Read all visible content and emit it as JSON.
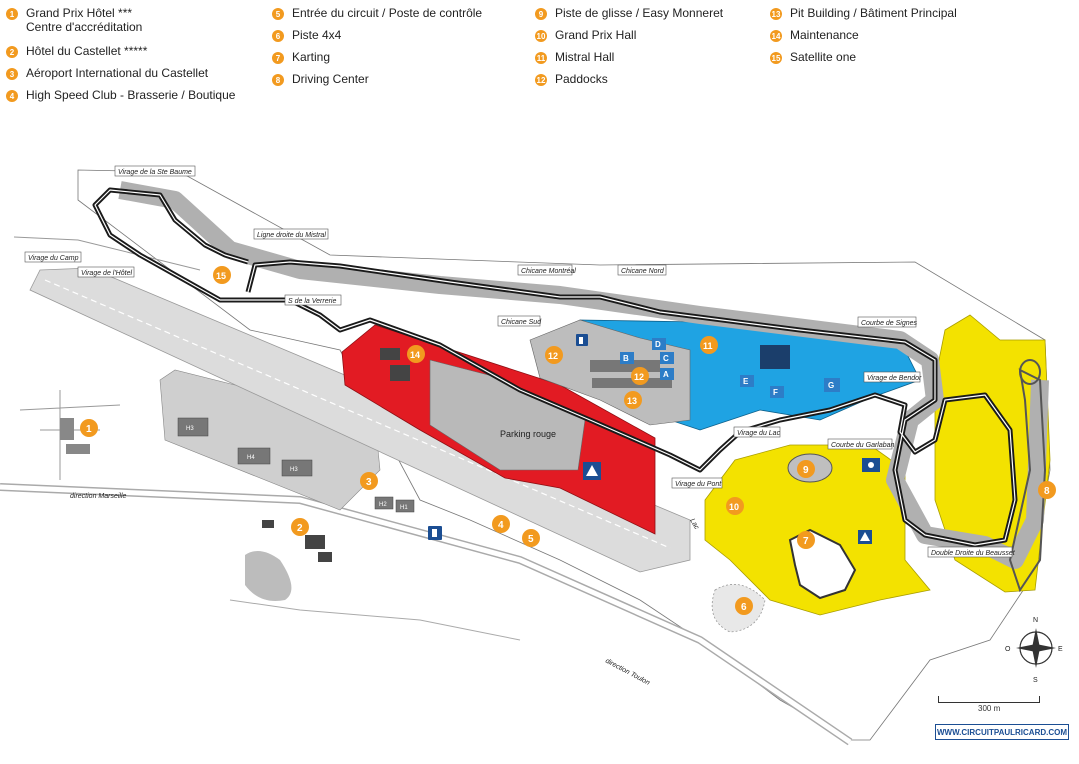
{
  "legend": {
    "col1": [
      {
        "n": "1",
        "label": "Grand Prix Hôtel ***",
        "sub": "Centre d'accréditation"
      },
      {
        "n": "2",
        "label": "Hôtel du Castellet *****",
        "sub": ""
      },
      {
        "n": "3",
        "label": "Aéroport International du Castellet",
        "sub": ""
      },
      {
        "n": "4",
        "label": "High Speed Club - Brasserie / Boutique",
        "sub": ""
      }
    ],
    "col2": [
      {
        "n": "5",
        "label": "Entrée du circuit / Poste de contrôle"
      },
      {
        "n": "6",
        "label": "Piste 4x4"
      },
      {
        "n": "7",
        "label": "Karting"
      },
      {
        "n": "8",
        "label": "Driving Center"
      }
    ],
    "col3": [
      {
        "n": "9",
        "label": "Piste de glisse / Easy Monneret"
      },
      {
        "n": "10",
        "label": "Grand Prix Hall"
      },
      {
        "n": "11",
        "label": "Mistral Hall"
      },
      {
        "n": "12",
        "label": "Paddocks"
      }
    ],
    "col4": [
      {
        "n": "13",
        "label": "Pit Building / Bâtiment Principal"
      },
      {
        "n": "14",
        "label": "Maintenance"
      },
      {
        "n": "15",
        "label": "Satellite one"
      }
    ]
  },
  "map": {
    "labels": {
      "ste_baume": "Virage de la Ste Baume",
      "ligne_mistral": "Ligne droite du Mistral",
      "camp": "Virage du Camp",
      "hotel": "Virage de l'Hôtel",
      "verrerie": "S de la Verrerie",
      "chicane_montreal": "Chicane Montréal",
      "chicane_nord": "Chicane Nord",
      "chicane_sud": "Chicane Sud",
      "courbe_signes": "Courbe de Signes",
      "virage_bendor": "Virage de Bendor",
      "virage_lac": "Virage du Lac",
      "courbe_garlaban": "Courbe du Garlaban",
      "virage_pont": "Virage du Pont",
      "beausset": "Double Droite du Beausset",
      "parking_rouge": "Parking rouge",
      "dir_marseille": "direction Marseille",
      "dir_toulon": "direction Toulon",
      "lac": "Lac"
    },
    "hangars": [
      "H3",
      "H4",
      "H3",
      "H2",
      "H1"
    ],
    "lots": [
      "D",
      "C",
      "B",
      "A",
      "E",
      "F",
      "G"
    ],
    "markers": [
      "1",
      "2",
      "3",
      "4",
      "5",
      "6",
      "7",
      "8",
      "9",
      "10",
      "11",
      "12",
      "13",
      "14",
      "15"
    ],
    "compass": {
      "n": "N",
      "s": "S",
      "e": "E",
      "o": "O"
    },
    "scale": "300 m",
    "website": "WWW.CIRCUITPAULRICARD.COM"
  },
  "colors": {
    "marker": "#f29a1f",
    "red_zone": "#e21b23",
    "blue_zone": "#1fa3e3",
    "yellow_zone": "#f3e200",
    "track": "#1a1a1a",
    "runoff": "#8a8a8a"
  }
}
